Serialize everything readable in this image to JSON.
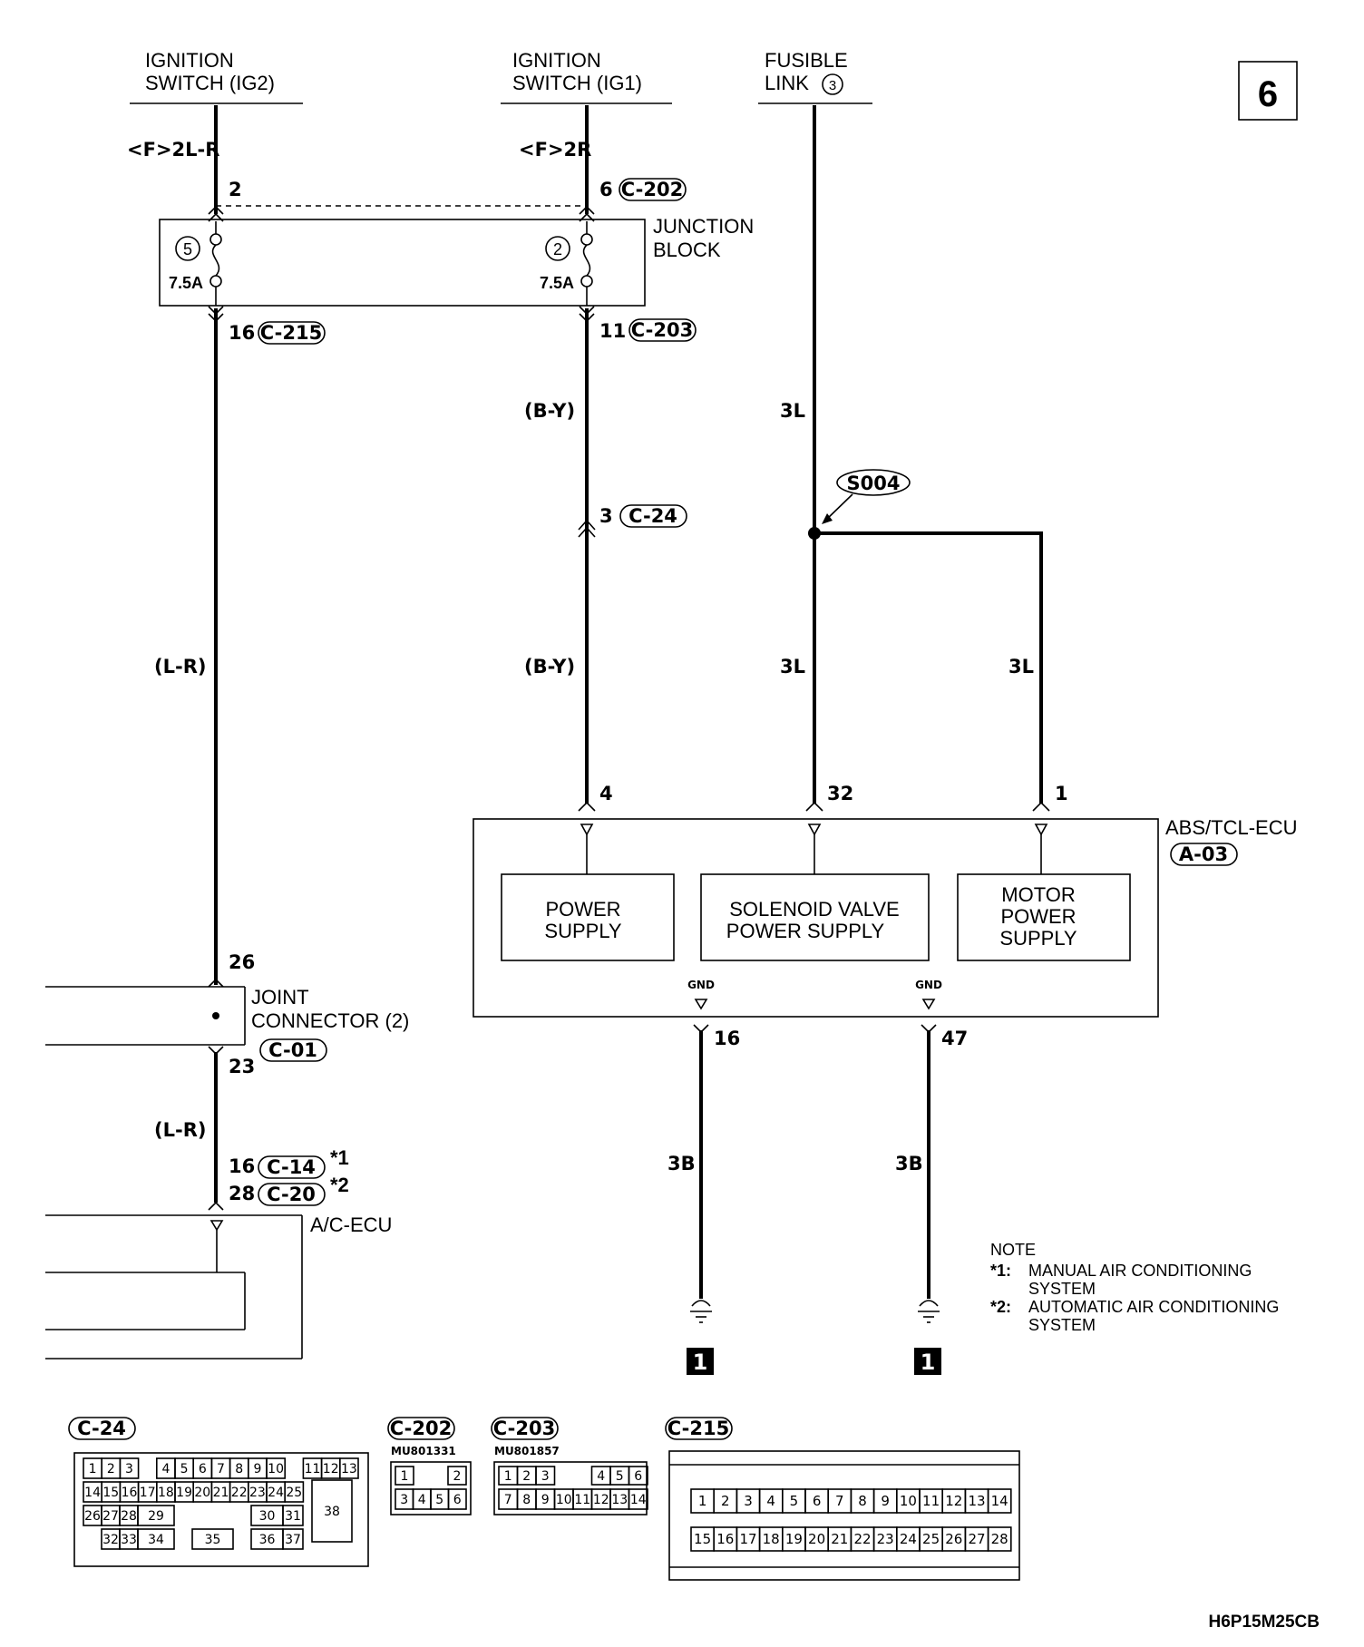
{
  "page_badge": "6",
  "sources": {
    "ig2": {
      "line1": "IGNITION",
      "line2": "SWITCH (IG2)"
    },
    "ig1": {
      "line1": "IGNITION",
      "line2": "SWITCH (IG1)"
    },
    "fusible": {
      "line1": "FUSIBLE",
      "line2": "LINK",
      "circle": "3"
    }
  },
  "wires": {
    "f2lr": "<F>2L-R",
    "f2r": "<F>2R",
    "lr_a": "(L-R)",
    "lr_b": "(L-R)",
    "by_a": "(B-Y)",
    "by_b": "(B-Y)",
    "l3_a": "3L",
    "l3_b": "3L",
    "l3_c": "3L",
    "b3_a": "3B",
    "b3_b": "3B"
  },
  "junction_block": {
    "line1": "JUNCTION",
    "line2": "BLOCK",
    "fuse_left_no": "5",
    "fuse_right_no": "2",
    "fuse_left_amp": "7.5A",
    "fuse_right_amp": "7.5A"
  },
  "pins": {
    "jb_in_left": "2",
    "jb_in_right": "6",
    "jb_out_left": "16",
    "jb_out_right": "11",
    "c24": "3",
    "ecu_4": "4",
    "ecu_32": "32",
    "ecu_1": "1",
    "gnd_16": "16",
    "gnd_47": "47",
    "jc_26": "26",
    "jc_23": "23",
    "ac_16": "16",
    "ac_28": "28"
  },
  "connectors": {
    "c202": "C-202",
    "c203": "C-203",
    "c215": "C-215",
    "c24": "C-24",
    "a03": "A-03",
    "c01": "C-01",
    "c14": "C-14",
    "c20": "C-20"
  },
  "splice": "S004",
  "ecu": {
    "title": "ABS/TCL-ECU",
    "block1": [
      "POWER",
      "SUPPLY"
    ],
    "block2": [
      "SOLENOID VALVE",
      "POWER SUPPLY"
    ],
    "block3": [
      "MOTOR",
      "POWER",
      "SUPPLY"
    ],
    "gnd1": "GND",
    "gnd2": "GND"
  },
  "joint_connector": {
    "line1": "JOINT",
    "line2": "CONNECTOR (2)"
  },
  "ac_ecu": "A/C-ECU",
  "asterisks": {
    "s1": "*1",
    "s2": "*2"
  },
  "ground_badge": "1",
  "note": {
    "title": "NOTE",
    "item1_mark": "*1:",
    "item1_line1": "MANUAL AIR CONDITIONING",
    "item1_line2": "SYSTEM",
    "item2_mark": "*2:",
    "item2_line1": "AUTOMATIC AIR CONDITIONING",
    "item2_line2": "SYSTEM"
  },
  "connector_views": {
    "c24": {
      "label": "C-24",
      "row1": [
        "1",
        "2",
        "3",
        "4",
        "5",
        "6",
        "7",
        "8",
        "9",
        "10",
        "11",
        "12",
        "13"
      ],
      "row2": [
        "14",
        "15",
        "16",
        "17",
        "18",
        "19",
        "20",
        "21",
        "22",
        "23",
        "24",
        "25"
      ],
      "row3": [
        "26",
        "27",
        "28",
        "29",
        "30",
        "31"
      ],
      "row4": [
        "32",
        "33",
        "34",
        "35",
        "36",
        "37"
      ],
      "big": "38"
    },
    "c202": {
      "label": "C-202",
      "part": "MU801331",
      "row1": [
        "1",
        "2"
      ],
      "row2": [
        "3",
        "4",
        "5",
        "6"
      ]
    },
    "c203": {
      "label": "C-203",
      "part": "MU801857",
      "row1": [
        "1",
        "2",
        "3",
        "4",
        "5",
        "6"
      ],
      "row2": [
        "7",
        "8",
        "9",
        "10",
        "11",
        "12",
        "13",
        "14"
      ]
    },
    "c215": {
      "label": "C-215",
      "row1": [
        "1",
        "2",
        "3",
        "4",
        "5",
        "6",
        "7",
        "8",
        "9",
        "10",
        "11",
        "12",
        "13",
        "14"
      ],
      "row2": [
        "15",
        "16",
        "17",
        "18",
        "19",
        "20",
        "21",
        "22",
        "23",
        "24",
        "25",
        "26",
        "27",
        "28"
      ]
    }
  },
  "figure_code": "H6P15M25CB"
}
